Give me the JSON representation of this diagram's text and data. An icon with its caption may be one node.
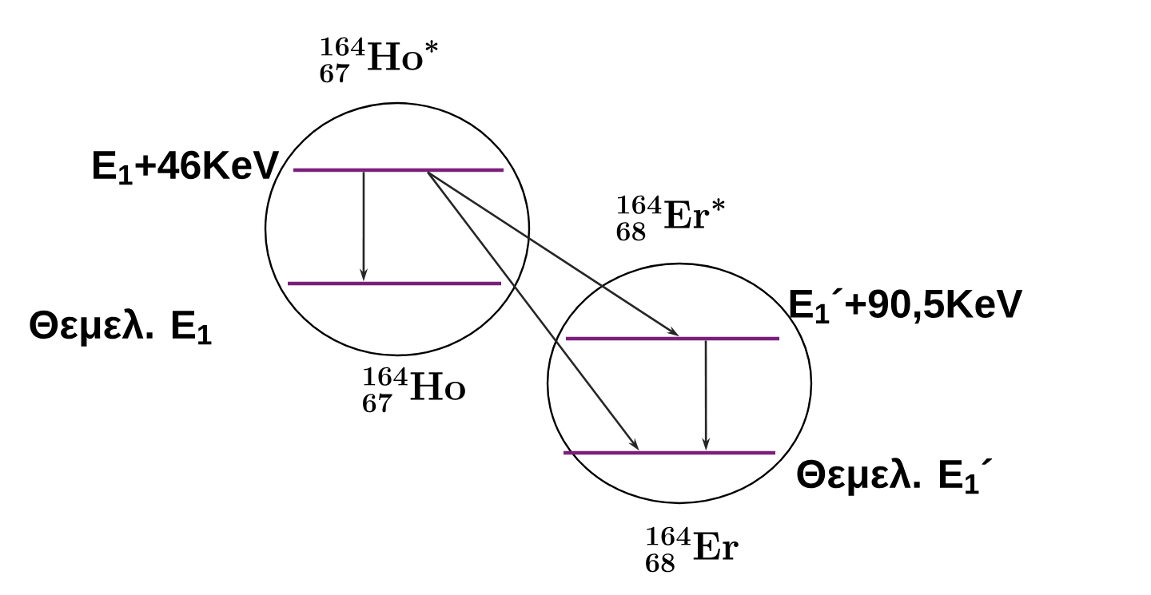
{
  "diagram": {
    "nodes": [
      {
        "text": [],
        "shape": "circle",
        "beside": [
          "^{\\mathbf{164}}_{\\mathbf{67}}\\mathbf{Ho}^{*}",
          "^{\\mathbf{164}}_{\\mathbf{67}}\\mathbf{Ho}"
        ]
      },
      {
        "text": [],
        "shape": "circle",
        "beside": [
          "^{\\mathbf{164}}_{\\mathbf{68}}\\mathbf{Er}^{*}",
          "^{\\mathbf{164}}_{\\mathbf{68}}\\mathbf{Er}"
        ]
      },
      {
        "text": [],
        "shape": "bar",
        "in": 0,
        "beside": [
          "E$_{1}$+46KeV"
        ]
      },
      {
        "text": [],
        "shape": "bar",
        "in": 0,
        "beside": [
          "Θεμελ. E$_{1}$"
        ]
      },
      {
        "text": [],
        "shape": "bar",
        "in": 1,
        "beside": [
          "E$_{1}$´+90,5KeV"
        ]
      },
      {
        "text": [],
        "shape": "bar",
        "in": 1,
        "beside": [
          "Θεμελ. E$_{1}$´"
        ]
      }
    ],
    "edges": [
      {
        "from": 2,
        "to": 3,
        "arrow": "to"
      },
      {
        "from": 2,
        "to": 4,
        "arrow": "to"
      },
      {
        "from": 2,
        "to": 5,
        "arrow": "to"
      },
      {
        "from": 4,
        "to": 5,
        "arrow": "to"
      }
    ]
  }
}
